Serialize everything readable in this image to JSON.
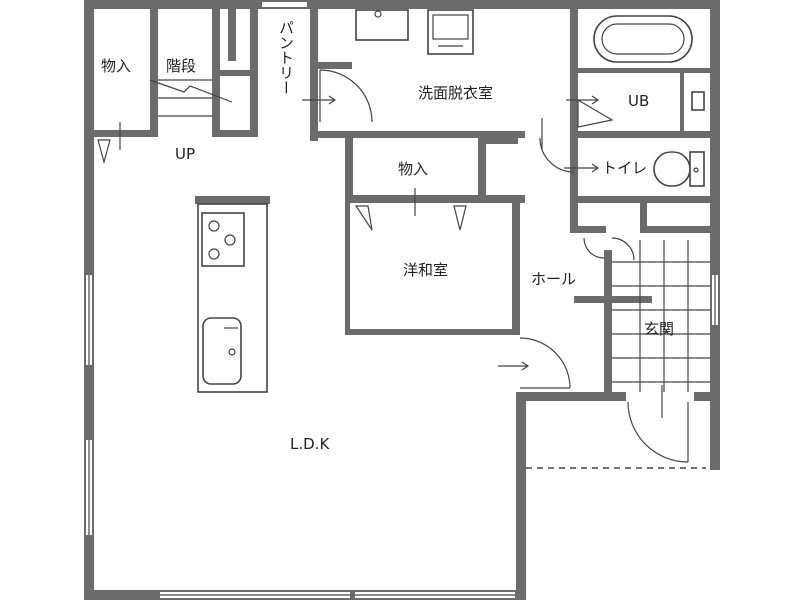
{
  "rooms": {
    "storage_nw": "物入",
    "stairs": "階段",
    "up": "UP",
    "pantry": "パントリー",
    "washroom": "洗面脱衣室",
    "bath": "UB",
    "storage_mid": "物入",
    "toilet": "トイレ",
    "western_room": "洋和室",
    "hall": "ホール",
    "entrance": "玄関",
    "ldk": "L.D.K"
  },
  "colors": {
    "wall": "#6b6b6b",
    "line": "#444444",
    "background": "#ffffff"
  }
}
